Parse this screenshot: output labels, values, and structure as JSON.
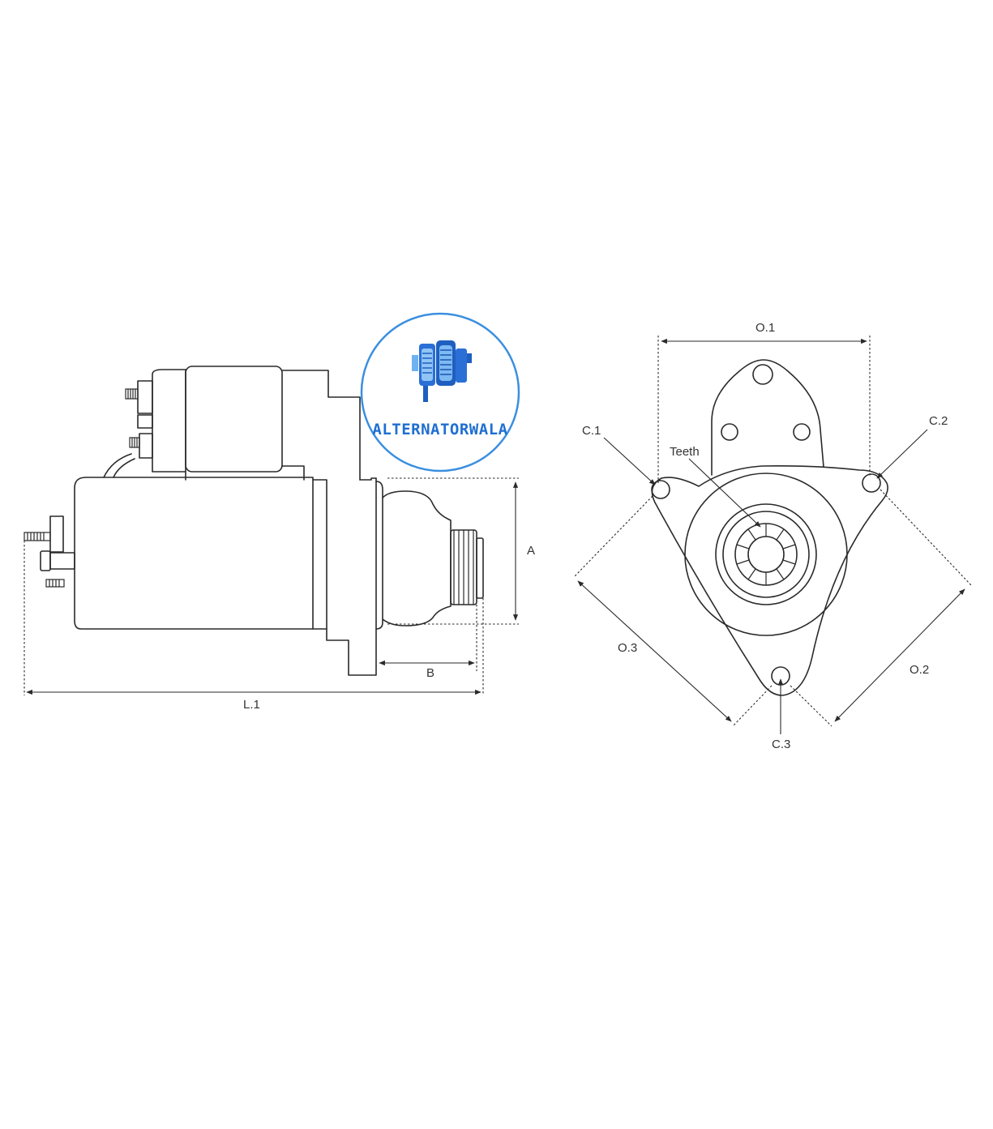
{
  "logo": {
    "brand_name": "ALTERNATORWALA",
    "ring_color": "#3b8fe0",
    "text_color": "#1f6fd1",
    "icon": "alternator-icon"
  },
  "side_view": {
    "dim_a": "A",
    "dim_b": "B",
    "dim_l1": "L.1"
  },
  "front_view": {
    "dim_o1": "O.1",
    "dim_o2": "O.2",
    "dim_o3": "O.3",
    "hole_c1": "C.1",
    "hole_c2": "C.2",
    "hole_c3": "C.3",
    "teeth": "Teeth"
  }
}
